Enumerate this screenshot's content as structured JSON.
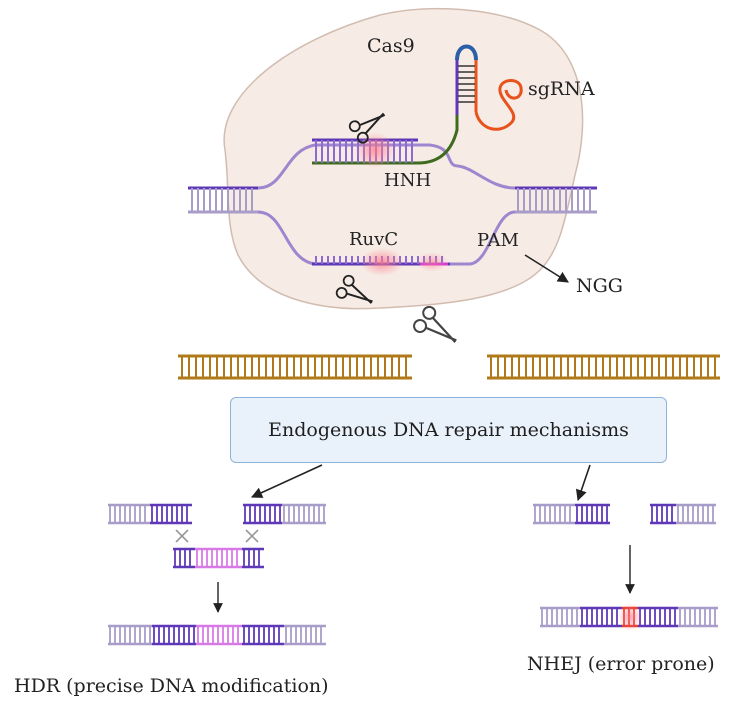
{
  "labels": {
    "cas9": "Cas9",
    "sgrna": "sgRNA",
    "hnh": "HNH",
    "ruvc": "RuvC",
    "pam": "PAM",
    "ngg": "NGG",
    "repair_box": "Endogenous DNA repair mechanisms",
    "hdr": "HDR (precise DNA modification)",
    "nhej": "NHEJ (error prone)"
  },
  "colors": {
    "cas9_body": "#f6ece5",
    "cas9_outline": "#d2bcb0",
    "dna_light": "#a89cc8",
    "dna_dark": "#5f38b8",
    "dna_brown": "#b07a1a",
    "sgrna_orange": "#e8521c",
    "sgrna_blue": "#2b5fa8",
    "guide_green": "#3e6b1e",
    "template_pink": "#d77ae6",
    "pam_magenta": "#d63ad6",
    "mutation_red": "#e23a2a",
    "box_fill": "#e9f1fb",
    "box_border": "#8fb3dc"
  }
}
